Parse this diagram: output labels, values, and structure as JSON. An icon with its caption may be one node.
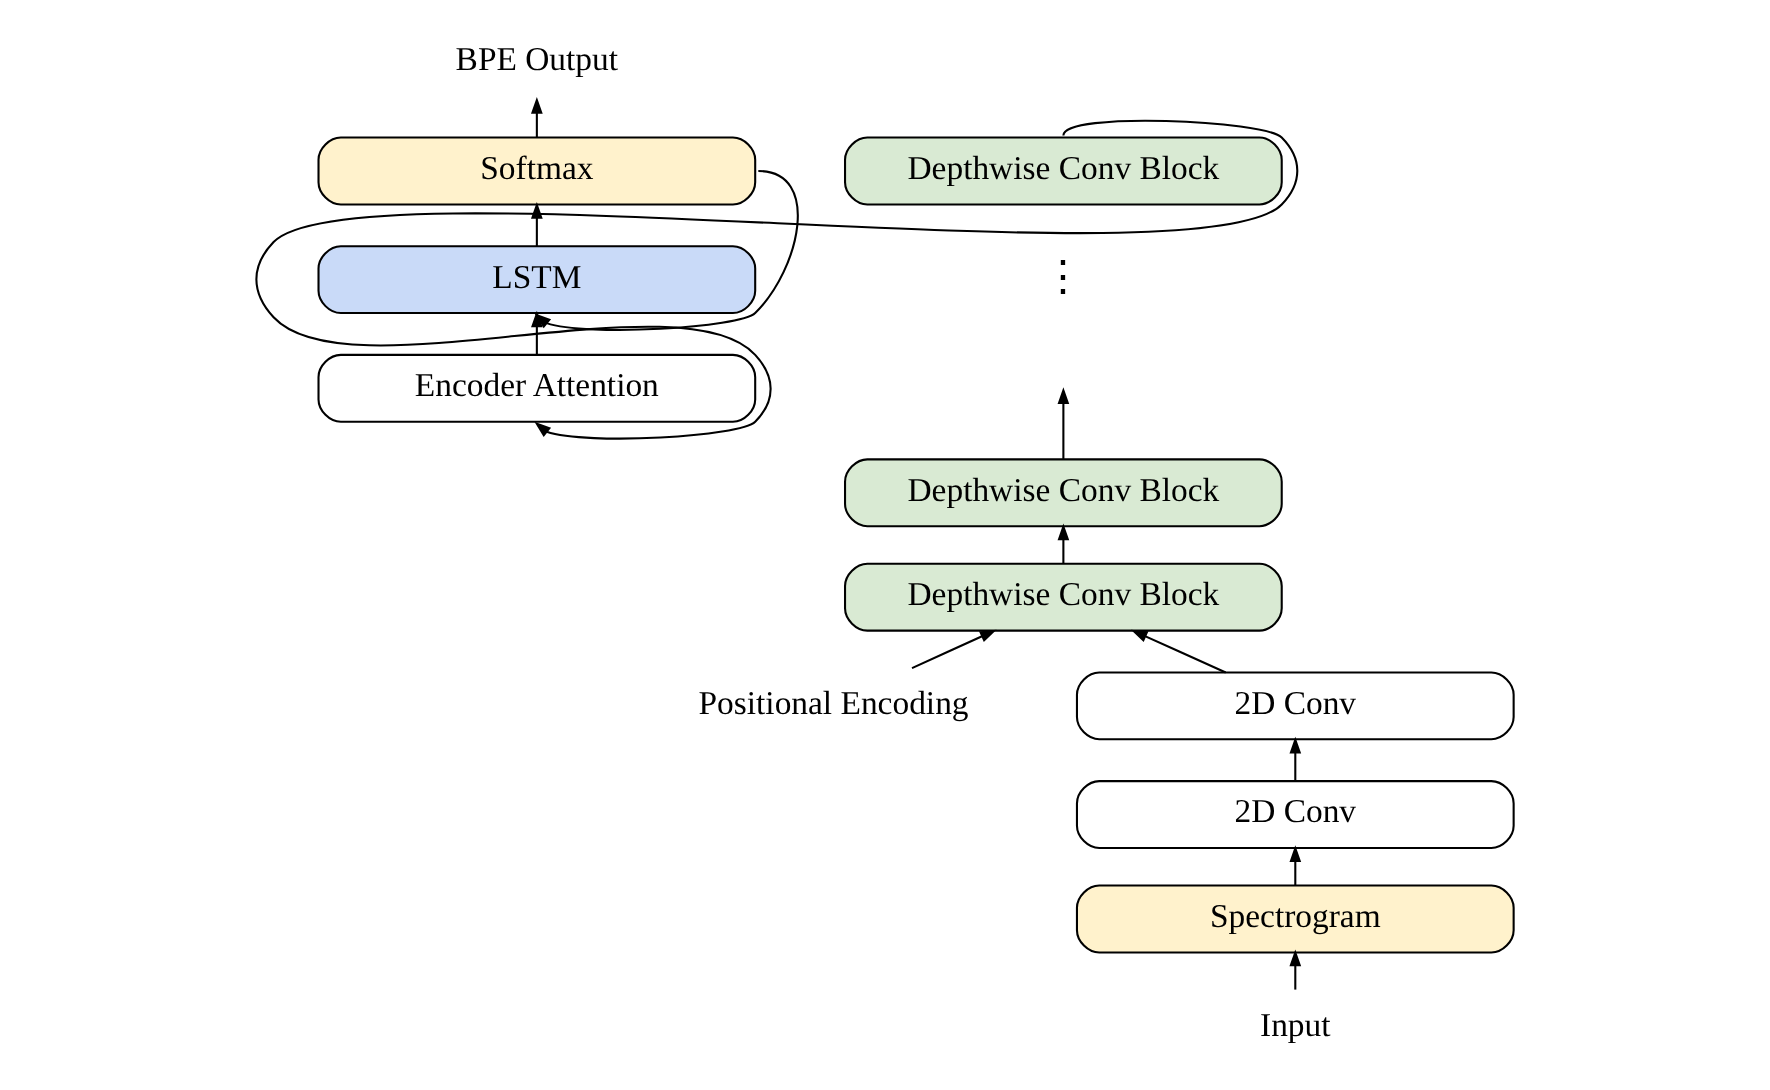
{
  "diagram": {
    "nodes": [
      {
        "text": [
          "BPE Output"
        ]
      },
      {
        "text": [
          "Depthwise Conv Block"
        ]
      },
      {
        "text": [
          "Softmax"
        ]
      },
      {
        "text": [
          "LSTM"
        ]
      },
      {
        "text": [
          "Encoder Attention"
        ]
      },
      {
        "text": [
          "Depthwise Conv Block"
        ]
      },
      {
        "text": [
          "Depthwise Conv Block"
        ]
      },
      {
        "text": [
          "Positional Encoding"
        ]
      },
      {
        "text": [
          "2D Conv"
        ]
      },
      {
        "text": [
          "2D Conv"
        ]
      },
      {
        "text": [
          "Spectrogram"
        ]
      },
      {
        "text": [
          "Input"
        ]
      }
    ],
    "edges": [
      {
        "from": 11,
        "to": 10,
        "arrow": "to"
      },
      {
        "from": 10,
        "to": 9,
        "arrow": "to"
      },
      {
        "from": 9,
        "to": 8,
        "arrow": "to"
      },
      {
        "from": 8,
        "to": 6,
        "arrow": "to"
      },
      {
        "from": 7,
        "to": 6,
        "arrow": "to"
      },
      {
        "from": 6,
        "to": 5,
        "arrow": "to"
      },
      {
        "from": 5,
        "to": null,
        "arrow": "to"
      },
      {
        "from": 1,
        "to": 4,
        "arrow": "to"
      },
      {
        "from": 4,
        "to": 3,
        "arrow": "to"
      },
      {
        "from": 3,
        "to": 2,
        "arrow": "to"
      },
      {
        "from": 2,
        "to": 0,
        "arrow": "to"
      },
      {
        "from": 2,
        "to": 3,
        "arrow": "to"
      }
    ],
    "labels": [
      "⋮"
    ]
  }
}
